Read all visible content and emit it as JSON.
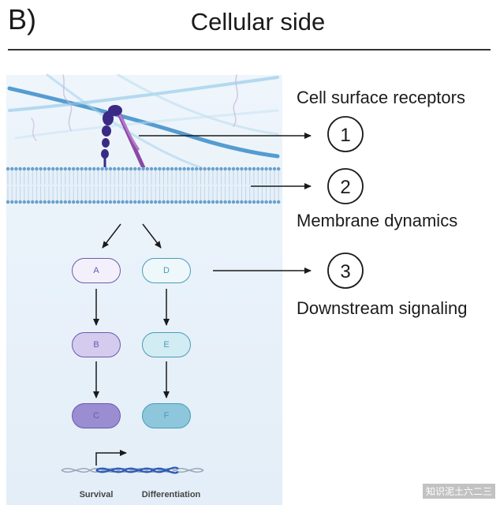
{
  "panel": {
    "label": "B)",
    "title": "Cellular side"
  },
  "steps": [
    {
      "number": "1",
      "label": "Cell surface receptors"
    },
    {
      "number": "2",
      "label": "Membrane dynamics"
    },
    {
      "number": "3",
      "label": "Downstream signaling"
    }
  ],
  "pathways": {
    "left": {
      "nodes": [
        "A",
        "B",
        "C"
      ],
      "outcome": "Survival"
    },
    "right": {
      "nodes": [
        "D",
        "E",
        "F"
      ],
      "outcome": "Differentiation"
    }
  },
  "colors": {
    "left_light": "#f4f0fb",
    "left_mid": "#d4cbee",
    "left_dark": "#9b8dd2",
    "right_light": "#eef8fa",
    "right_mid": "#d2ecf3",
    "right_dark": "#8ec6dc",
    "fiber": "#3a8cc8",
    "receptor_dark": "#3a2a86",
    "receptor_light": "#8a4aa8",
    "membrane": "#6aa0cc"
  },
  "watermark": "知识泥土六二三"
}
